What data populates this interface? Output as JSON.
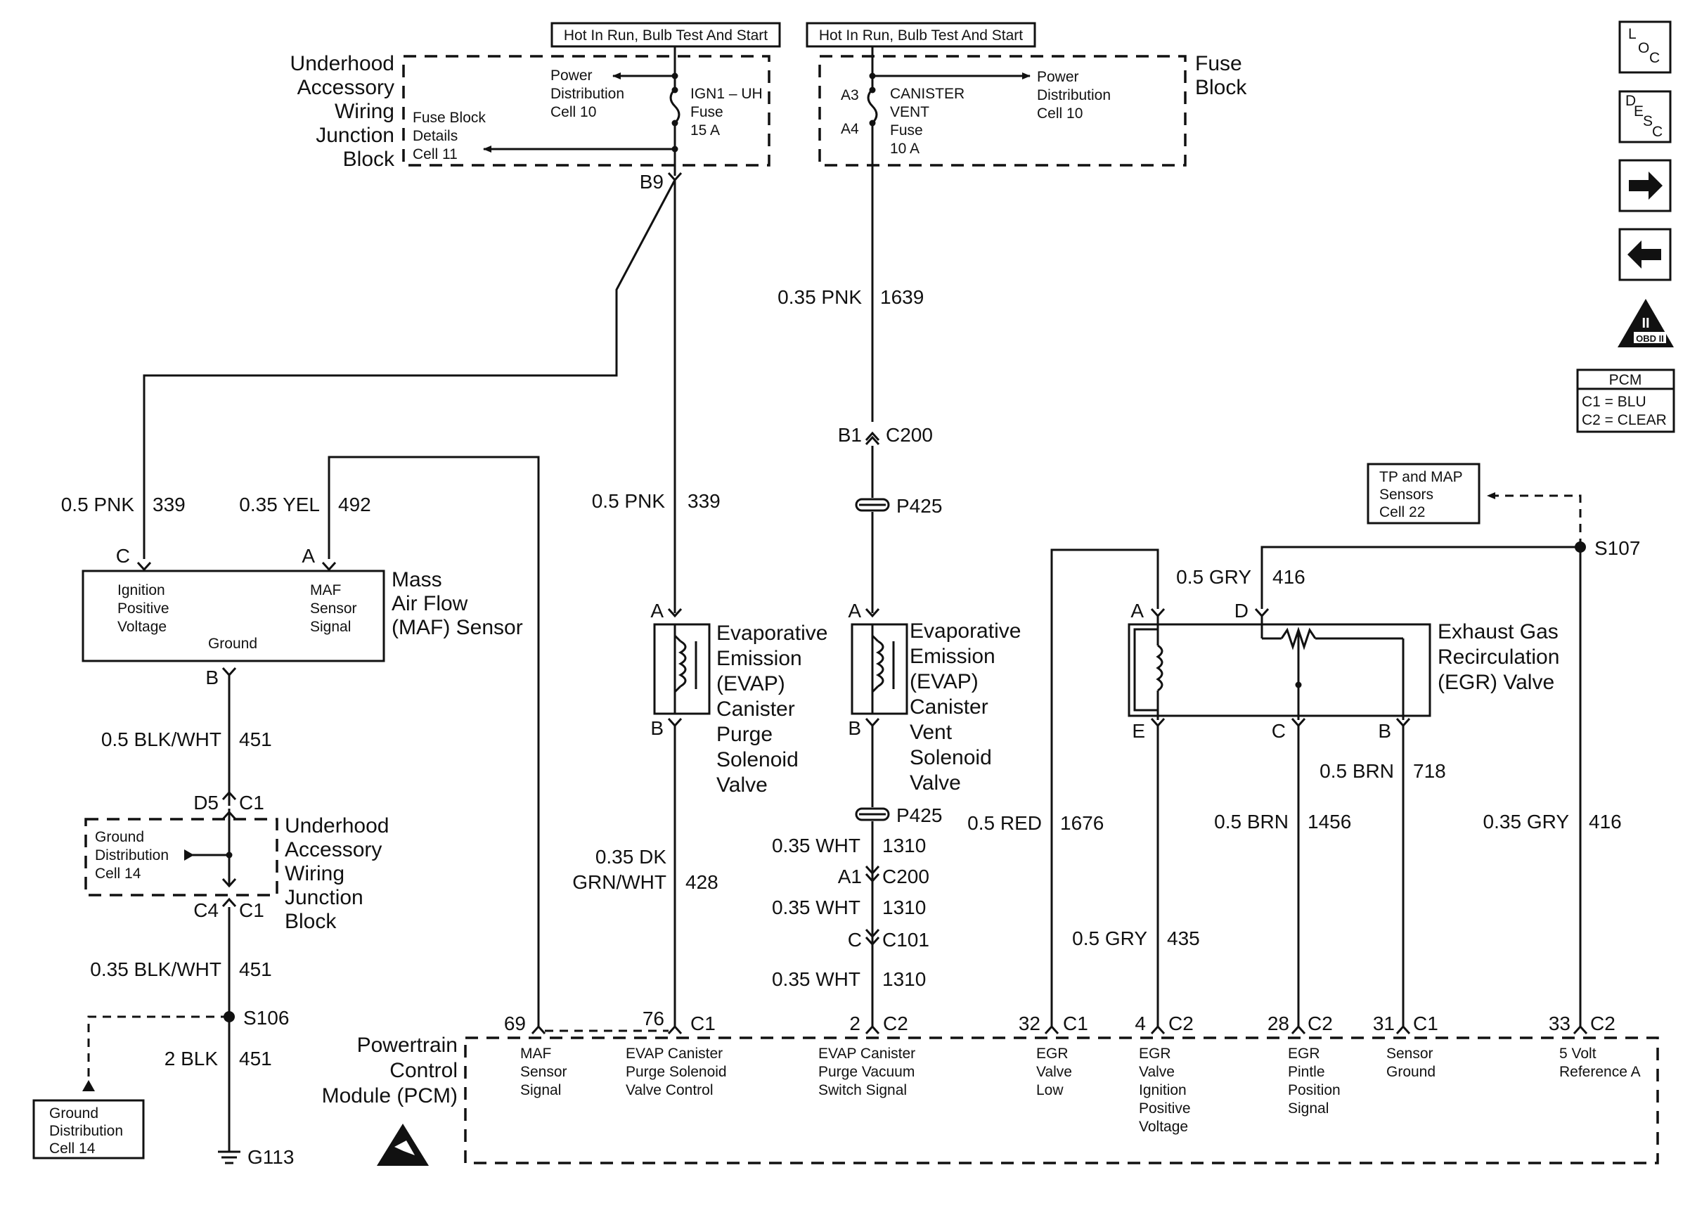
{
  "fuse_hot_left": "Hot In Run, Bulb Test And Start",
  "fuse_hot_right": "Hot In Run, Bulb Test And Start",
  "uawjb_top": {
    "title_lines": [
      "Underhood",
      "Accessory",
      "Wiring",
      "Junction",
      "Block"
    ],
    "power_ref": [
      "Power",
      "Distribution",
      "Cell 10"
    ],
    "fuse_ref": [
      "Fuse Block",
      "Details",
      "Cell 11"
    ],
    "fuse": [
      "IGN1 – UH",
      "Fuse",
      "15 A"
    ],
    "terminal": "B9"
  },
  "fuse_block": {
    "title_lines": [
      "Fuse",
      "Block"
    ],
    "pin_a3": "A3",
    "pin_a4": "A4",
    "fuse": [
      "CANISTER",
      "VENT",
      "Fuse",
      "10 A"
    ],
    "power_ref": [
      "Power",
      "Distribution",
      "Cell 10"
    ]
  },
  "nav_icons": {
    "loc": [
      "L",
      "O",
      "C"
    ],
    "desc": [
      "D",
      "E",
      "S",
      "C"
    ],
    "obd": "OBD II",
    "obd_roman": "II"
  },
  "pcm_legend": {
    "title": "PCM",
    "c1": "C1 = BLU",
    "c2": "C2 = CLEAR"
  },
  "tp_map_ref": [
    "TP and MAP",
    "Sensors",
    "Cell 22"
  ],
  "ground_ref": [
    "Ground",
    "Distribution",
    "Cell 14"
  ],
  "wires": {
    "pnk_1639": {
      "gauge": "0.35 PNK",
      "circuit": "1639"
    },
    "pnk_339_maf": {
      "gauge": "0.5 PNK",
      "circuit": "339"
    },
    "yel_492": {
      "gauge": "0.35 YEL",
      "circuit": "492"
    },
    "pnk_339_purge": {
      "gauge": "0.5 PNK",
      "circuit": "339"
    },
    "blkwht_451_a": {
      "gauge": "0.5 BLK/WHT",
      "circuit": "451"
    },
    "blkwht_451_b": {
      "gauge": "0.35 BLK/WHT",
      "circuit": "451"
    },
    "blk_451": {
      "gauge": "2 BLK",
      "circuit": "451"
    },
    "dkgrn_428": {
      "gauge_1": "0.35 DK",
      "gauge_2": "GRN/WHT",
      "circuit": "428"
    },
    "wht_1310_a": {
      "gauge": "0.35 WHT",
      "circuit": "1310"
    },
    "wht_1310_b": {
      "gauge": "0.35 WHT",
      "circuit": "1310"
    },
    "wht_1310_c": {
      "gauge": "0.35 WHT",
      "circuit": "1310"
    },
    "red_1676": {
      "gauge": "0.5 RED",
      "circuit": "1676"
    },
    "gry_416_top": {
      "gauge": "0.5 GRY",
      "circuit": "416"
    },
    "gry_435": {
      "gauge": "0.5 GRY",
      "circuit": "435"
    },
    "brn_1456": {
      "gauge": "0.5 BRN",
      "circuit": "1456"
    },
    "brn_718": {
      "gauge": "0.5 BRN",
      "circuit": "718"
    },
    "gry_416_bottom": {
      "gauge": "0.35 GRY",
      "circuit": "416"
    }
  },
  "connectors": {
    "b1": "B1",
    "c200": "C200",
    "p425_top": "P425",
    "p425_bottom": "P425",
    "a1": "A1",
    "c200_b": "C200",
    "c_pin": "C",
    "c101": "C101",
    "d5": "D5",
    "c1_top": "C1",
    "c4": "C4",
    "c1_bottom": "C1"
  },
  "splices": {
    "s106": "S106",
    "s107": "S107",
    "g113": "G113"
  },
  "maf": {
    "title_lines": [
      "Mass",
      "Air Flow",
      "(MAF) Sensor"
    ],
    "pin_c": "C",
    "pin_a": "A",
    "pin_b": "B",
    "label_ign": [
      "Ignition",
      "Positive",
      "Voltage"
    ],
    "label_sig": [
      "MAF",
      "Sensor",
      "Signal"
    ],
    "label_gnd": "Ground"
  },
  "evap_purge": {
    "title_lines": [
      "Evaporative",
      "Emission",
      "(EVAP)",
      "Canister",
      "Purge",
      "Solenoid",
      "Valve"
    ],
    "pin_a": "A",
    "pin_b": "B"
  },
  "evap_vent": {
    "title_lines": [
      "Evaporative",
      "Emission",
      "(EVAP)",
      "Canister",
      "Vent",
      "Solenoid",
      "Valve"
    ],
    "pin_a": "A",
    "pin_b": "B"
  },
  "egr": {
    "title_lines": [
      "Exhaust Gas",
      "Recirculation",
      "(EGR) Valve"
    ],
    "pin_a": "A",
    "pin_d": "D",
    "pin_e": "E",
    "pin_c": "C",
    "pin_b": "B"
  },
  "uawjb_bottom": {
    "title_lines": [
      "Underhood",
      "Accessory",
      "Wiring",
      "Junction",
      "Block"
    ]
  },
  "pcm": {
    "title_lines": [
      "Powertrain",
      "Control",
      "Module (PCM)"
    ],
    "pins": [
      {
        "num": "69",
        "conn": "",
        "label": [
          "MAF",
          "Sensor",
          "Signal"
        ]
      },
      {
        "num": "76",
        "conn": "C1",
        "label": [
          "EVAP Canister",
          "Purge  Solenoid",
          "Valve  Control"
        ]
      },
      {
        "num": "2",
        "conn": "C2",
        "label": [
          "EVAP Canister",
          "Purge  Vacuum",
          "Switch  Signal"
        ]
      },
      {
        "num": "32",
        "conn": "C1",
        "label": [
          "EGR",
          "Valve",
          "Low"
        ]
      },
      {
        "num": "4",
        "conn": "C2",
        "label": [
          "EGR",
          "Valve",
          "Ignition",
          "Positive",
          "Voltage"
        ]
      },
      {
        "num": "28",
        "conn": "C2",
        "label": [
          "EGR",
          "Pintle",
          "Position",
          "Signal"
        ]
      },
      {
        "num": "31",
        "conn": "C1",
        "label": [
          "Sensor",
          "Ground"
        ]
      },
      {
        "num": "33",
        "conn": "C2",
        "label": [
          "5 Volt",
          "Reference A"
        ]
      }
    ]
  }
}
